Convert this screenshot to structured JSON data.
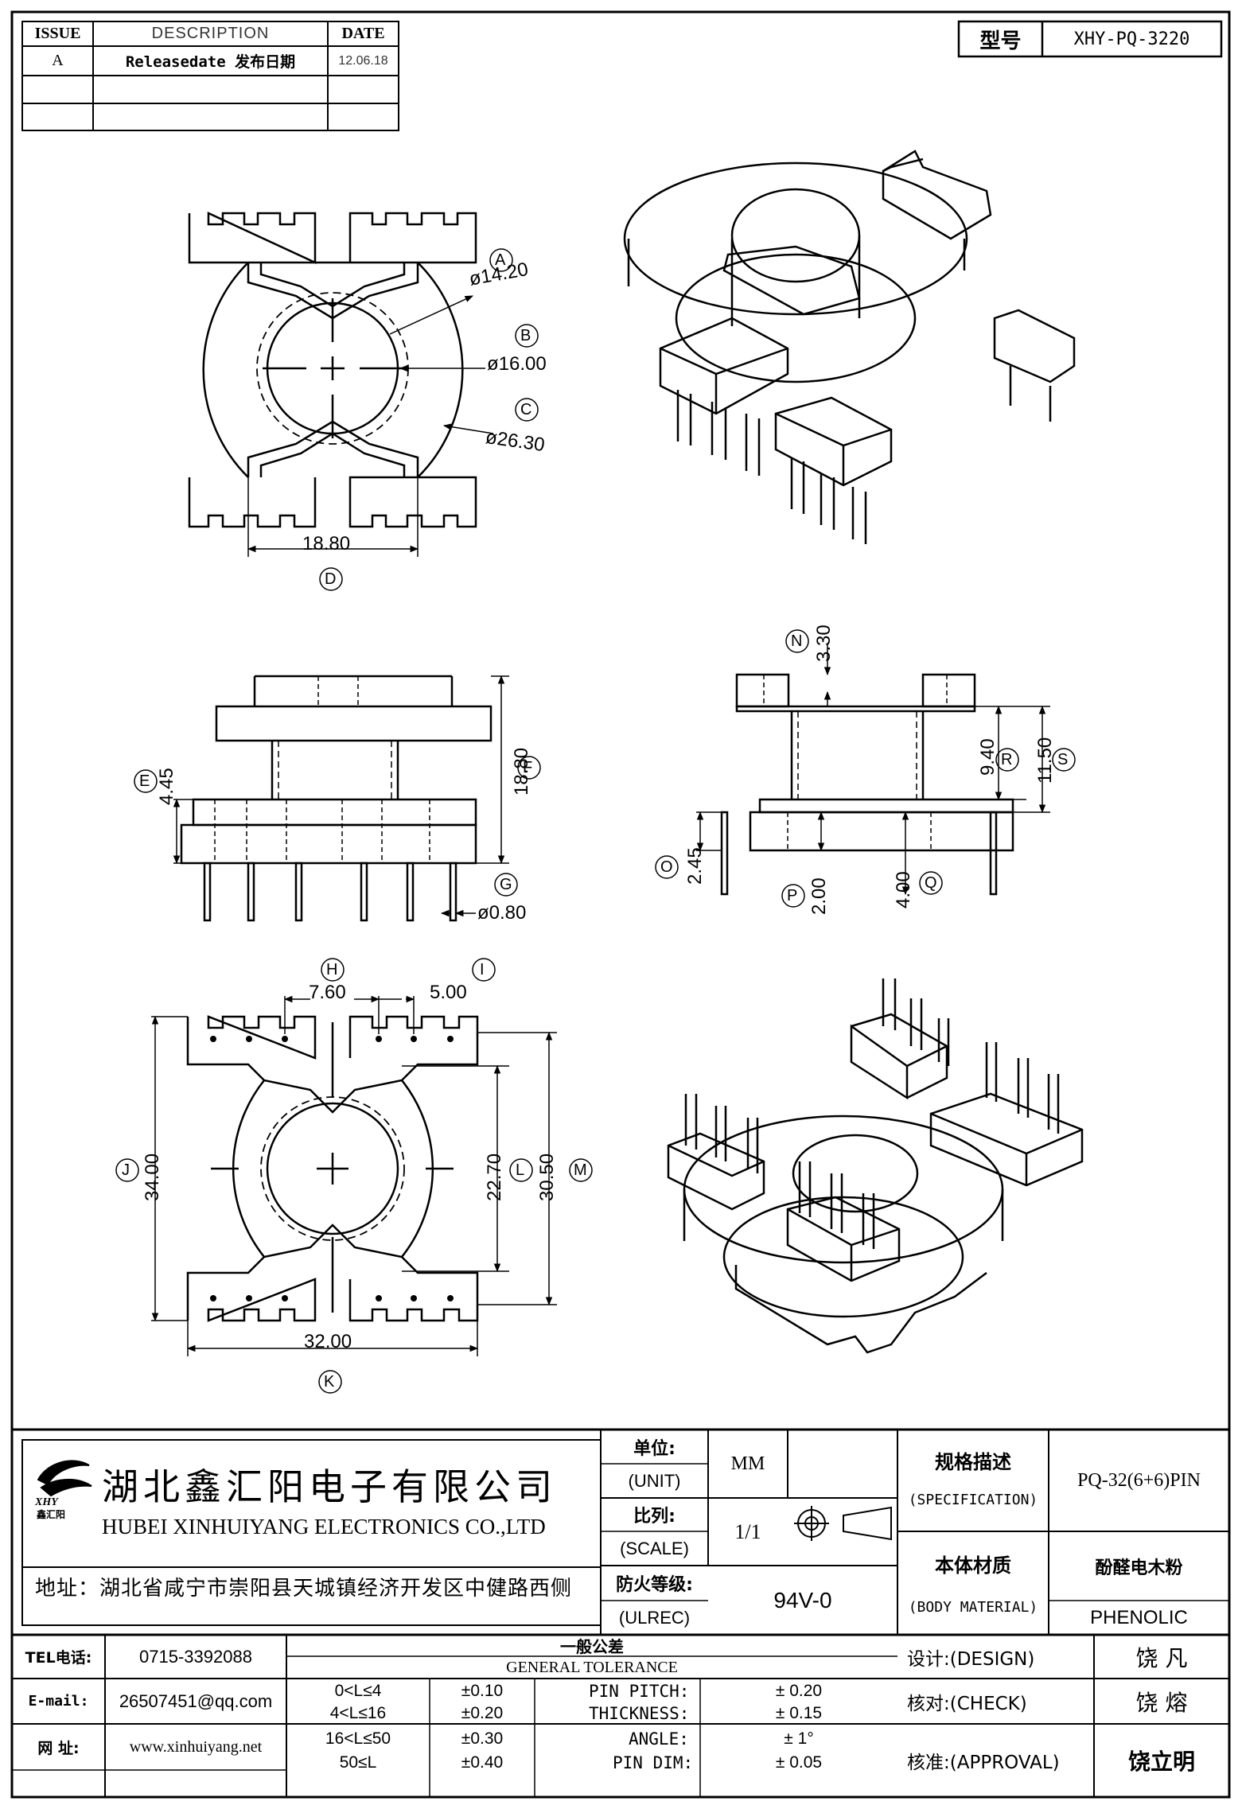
{
  "revision": {
    "headers": {
      "issue": "ISSUE",
      "description": "DESCRIPTION",
      "date": "DATE"
    },
    "rows": [
      {
        "issue": "A",
        "description": "Releasedate 发布日期",
        "date": "12.06.18"
      },
      {
        "issue": "",
        "description": "",
        "date": ""
      },
      {
        "issue": "",
        "description": "",
        "date": ""
      }
    ]
  },
  "model": {
    "label": "型号",
    "value": "XHY-PQ-3220"
  },
  "views": {
    "top": {
      "callouts": [
        "A",
        "B",
        "C",
        "D"
      ],
      "dims": [
        "ø14.20",
        "ø16.00",
        "ø26.30",
        "18.80"
      ]
    },
    "front": {
      "callouts": [
        "E",
        "F",
        "G"
      ],
      "dims": [
        "4.45",
        "18.80",
        "ø0.80"
      ]
    },
    "side": {
      "callouts": [
        "N",
        "R",
        "S",
        "O",
        "P",
        "Q"
      ],
      "dims": [
        "3.30",
        "9.40",
        "11.50",
        "2.45",
        "2.00",
        "4.00"
      ]
    },
    "bottom": {
      "callouts": [
        "H",
        "I",
        "J",
        "L",
        "M",
        "K"
      ],
      "dims": [
        "7.60",
        "5.00",
        "34.00",
        "22.70",
        "30.50",
        "32.00"
      ]
    }
  },
  "company": {
    "logo_text": "XHY",
    "logo_sub": "鑫汇阳",
    "name_cn": "湖北鑫汇阳电子有限公司",
    "name_en": "HUBEI XINHUIYANG ELECTRONICS CO.,LTD",
    "address": "地址：湖北省咸宁市崇阳县天城镇经济开发区中健路西侧"
  },
  "specs": {
    "unit_label": "单位:",
    "unit_label_en": "(UNIT)",
    "unit_value": "MM",
    "scale_label": "比列:",
    "scale_label_en": "(SCALE)",
    "scale_value": "1/1",
    "ul_label": "防火等级:",
    "ul_label_en": "(ULREC)",
    "ul_value": "94V-0",
    "spec_label": "规格描述",
    "spec_label_en": "(SPECIFICATION)",
    "spec_value": "PQ-32(6+6)PIN",
    "material_label": "本体材质",
    "material_label_en": "(BODY MATERIAL)",
    "material_value_cn": "酚醛电木粉",
    "material_value_en": "PHENOLIC"
  },
  "contact": {
    "tel_label": "TEL电话:",
    "tel": "0715-3392088",
    "email_label": "E-mail:",
    "email": "26507451@qq.com",
    "web_label": "网  址:",
    "web": "www.xinhuiyang.net"
  },
  "tolerance": {
    "title_cn": "一般公差",
    "title_en": "GENERAL TOLERANCE",
    "rows": [
      {
        "range": "0<L≤4",
        "tol": "±0.10",
        "item": "PIN PITCH:",
        "value": "±  0.20"
      },
      {
        "range": "4<L≤16",
        "tol": "±0.20",
        "item": "THICKNESS:",
        "value": "±  0.15"
      },
      {
        "range": "16<L≤50",
        "tol": "±0.30",
        "item": "ANGLE:",
        "value": "±  1°"
      },
      {
        "range": "50≤L",
        "tol": "±0.40",
        "item": "PIN DIM:",
        "value": "±  0.05"
      }
    ]
  },
  "signoff": [
    {
      "label": "设计:(DESIGN)",
      "name": "饶  凡"
    },
    {
      "label": "核对:(CHECK)",
      "name": "饶  熔"
    },
    {
      "label": "核准:(APPROVAL)",
      "name": "饶立明"
    }
  ]
}
